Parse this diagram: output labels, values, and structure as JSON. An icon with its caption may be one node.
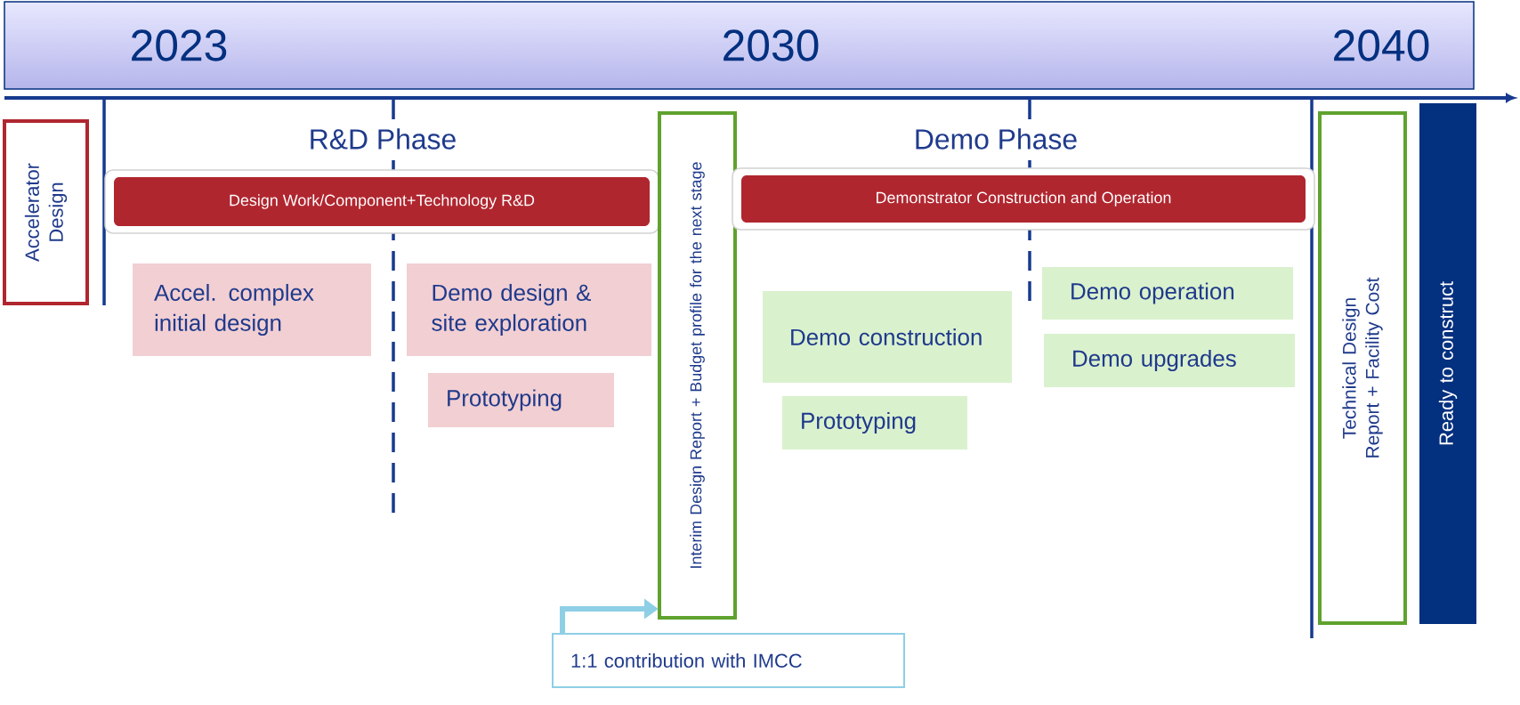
{
  "diagram": {
    "nodes": [
      {
        "text": [
          "2023",
          "2030",
          "2040"
        ]
      },
      {
        "text": [
          "Accelerator Design"
        ]
      },
      {
        "text": [
          "Design Work/Component+Technology R&D"
        ]
      },
      {
        "text": [
          "Accel. complex initial design"
        ]
      },
      {
        "text": [
          "Demo design & site exploration"
        ]
      },
      {
        "text": [
          "Prototyping"
        ]
      },
      {
        "text": [
          "Interim Design Report + Budget profile for the next stage"
        ]
      },
      {
        "text": [
          "Demonstrator Construction and Operation"
        ]
      },
      {
        "text": [
          "Demo construction"
        ]
      },
      {
        "text": [
          "Prototyping"
        ]
      },
      {
        "text": [
          "Demo operation"
        ]
      },
      {
        "text": [
          "Demo upgrades"
        ]
      },
      {
        "text": [
          "Technical Design Report + Facility Cost"
        ]
      },
      {
        "text": [
          "Ready to construct"
        ]
      },
      {
        "text": [
          "1:1 contribution with IMCC"
        ]
      }
    ],
    "edges": [
      {
        "from": 14,
        "to": 6,
        "arrow": "to",
        "color": "#8ecfe6"
      }
    ],
    "labels": [
      "R&D Phase",
      "Demo Phase"
    ]
  }
}
